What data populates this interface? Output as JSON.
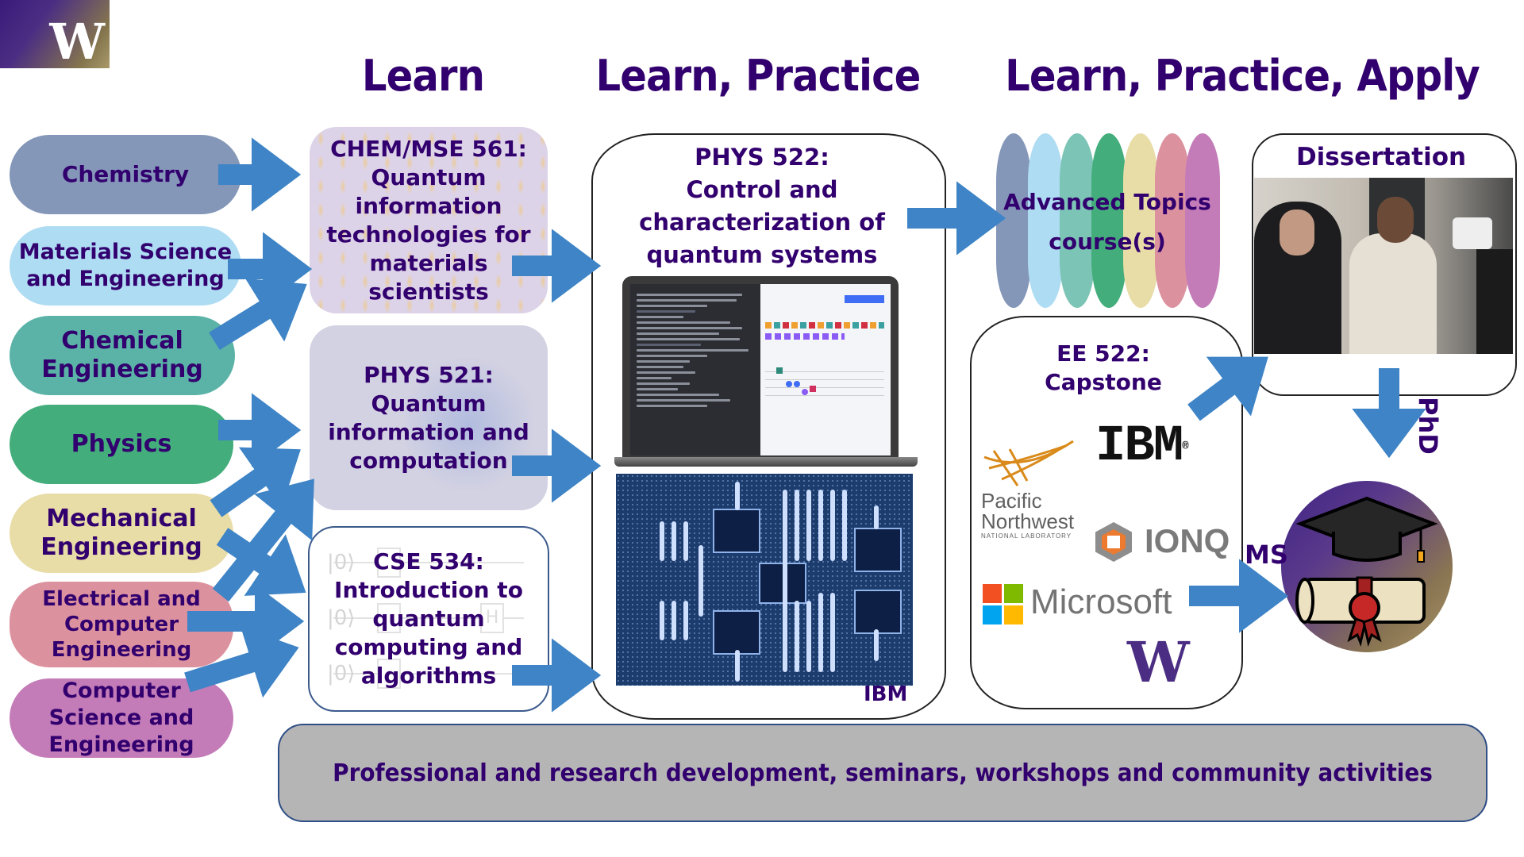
{
  "logo": {
    "letter": "W"
  },
  "headings": {
    "learn": "Learn",
    "learn_practice": "Learn, Practice",
    "learn_practice_apply": "Learn, Practice, Apply"
  },
  "departments": [
    {
      "label": "Chemistry",
      "color": "#8497b9"
    },
    {
      "label": "Materials Science and Engineering",
      "color": "#aedcf3"
    },
    {
      "label": "Chemical Engineering",
      "color": "#5bb3a7"
    },
    {
      "label": "Physics",
      "color": "#43ad7b"
    },
    {
      "label": "Mechanical Engineering",
      "color": "#e8dca7"
    },
    {
      "label": "Electrical and Computer Engineering",
      "color": "#dc919e"
    },
    {
      "label": "Computer Science and Engineering",
      "color": "#c47cb8"
    }
  ],
  "learn_courses": {
    "chem561": "CHEM/MSE 561: Quantum information technologies for materials scientists",
    "phys521": "PHYS 521: Quantum information and computation",
    "cse534": "CSE 534: Introduction to quantum computing and algorithms",
    "cse534_kets": [
      "|0⟩",
      "|0⟩",
      "|0⟩"
    ],
    "cse534_gate": "H"
  },
  "practice": {
    "phys522_code": "PHYS 522:",
    "phys522_title": "Control and characterization of quantum systems",
    "image_credit": "IBM"
  },
  "apply": {
    "advanced_topics_line1": "Advanced Topics",
    "advanced_topics_line2": "course(s)",
    "capsule_colors": [
      "#8497b9",
      "#aedcf3",
      "#7cc4b5",
      "#43ad7b",
      "#e8dca7",
      "#dc919e",
      "#c47cb8"
    ],
    "capstone_code": "EE 522:",
    "capstone_title": "Capstone",
    "partners": {
      "ibm": "IBM",
      "ibm_reg": "®",
      "pnnl_line1": "Pacific",
      "pnnl_line2": "Northwest",
      "pnnl_line3": "NATIONAL LABORATORY",
      "ionq": "IONQ",
      "microsoft": "Microsoft",
      "uw": "W"
    },
    "dissertation": "Dissertation",
    "phd_label": "PhD",
    "ms_label": "MS"
  },
  "banner": {
    "text": "Professional and research development, seminars, workshops and community activities"
  },
  "colors": {
    "uw_purple": "#32006e",
    "arrow_blue": "#3e84c6",
    "banner_gray": "#b5b5b5"
  }
}
